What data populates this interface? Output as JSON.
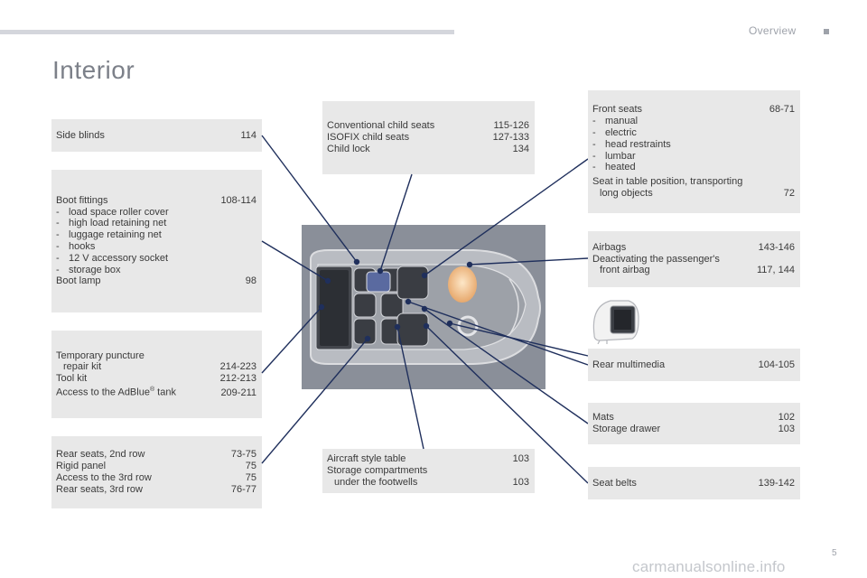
{
  "header": {
    "section": "Overview",
    "title": "Interior",
    "page_number": "5"
  },
  "watermark": "carmanualsonline.info",
  "left_boxes": {
    "side_blinds": {
      "label": "Side blinds",
      "page": "114"
    },
    "boot": {
      "fittings_label": "Boot fittings",
      "fittings_page": "108-114",
      "items": [
        "load space roller cover",
        "high load retaining net",
        "luggage retaining net",
        "hooks",
        "12 V accessory socket",
        "storage box"
      ],
      "lamp_label": "Boot lamp",
      "lamp_page": "98"
    },
    "puncture": {
      "line1": "Temporary puncture",
      "line2": "repair kit",
      "repair_page": "214-223",
      "tool_label": "Tool kit",
      "tool_page": "212-213",
      "adblue_label": "Access to the AdBlue",
      "adblue_sup": "®",
      "adblue_suffix": " tank",
      "adblue_page": "209-211"
    },
    "rear_seats": {
      "rows": [
        {
          "label": "Rear seats, 2nd row",
          "page": "73-75"
        },
        {
          "label": "Rigid panel",
          "page": "75"
        },
        {
          "label": "Access to the 3rd row",
          "page": "75"
        },
        {
          "label": "Rear seats, 3rd row",
          "page": "76-77"
        }
      ]
    }
  },
  "center_boxes": {
    "child_seats": {
      "rows": [
        {
          "label": "Conventional child seats",
          "page": "115-126"
        },
        {
          "label": "ISOFIX child seats",
          "page": "127-133"
        },
        {
          "label": "Child lock",
          "page": "134"
        }
      ]
    },
    "aircraft": {
      "table_label": "Aircraft style table",
      "table_page": "103",
      "storage_line1": "Storage compartments",
      "storage_line2": "under the footwells",
      "storage_page": "103"
    }
  },
  "right_boxes": {
    "front_seats": {
      "label": "Front seats",
      "page": "68-71",
      "items": [
        "manual",
        "electric",
        "head restraints",
        "lumbar",
        "heated"
      ],
      "table_line1": "Seat in table position, transporting",
      "table_line2": "long objects",
      "table_page": "72"
    },
    "airbags": {
      "label": "Airbags",
      "page": "143-146",
      "deact_line1": "Deactivating the passenger's",
      "deact_line2": "front airbag",
      "deact_page": "117, 144"
    },
    "rear_multimedia": {
      "label": "Rear multimedia",
      "page": "104-105"
    },
    "mats": {
      "mats_label": "Mats",
      "mats_page": "102",
      "drawer_label": "Storage drawer",
      "drawer_page": "103"
    },
    "seat_belts": {
      "label": "Seat belts",
      "page": "139-142"
    }
  },
  "colors": {
    "box_bg": "#e8e8e8",
    "line": "#1f2f5c",
    "illustration_bg": "#8a8f99",
    "title": "#7c8089"
  },
  "icons": {
    "car_illustration": "car-interior-top-view",
    "screen": "headrest-screen-icon"
  }
}
